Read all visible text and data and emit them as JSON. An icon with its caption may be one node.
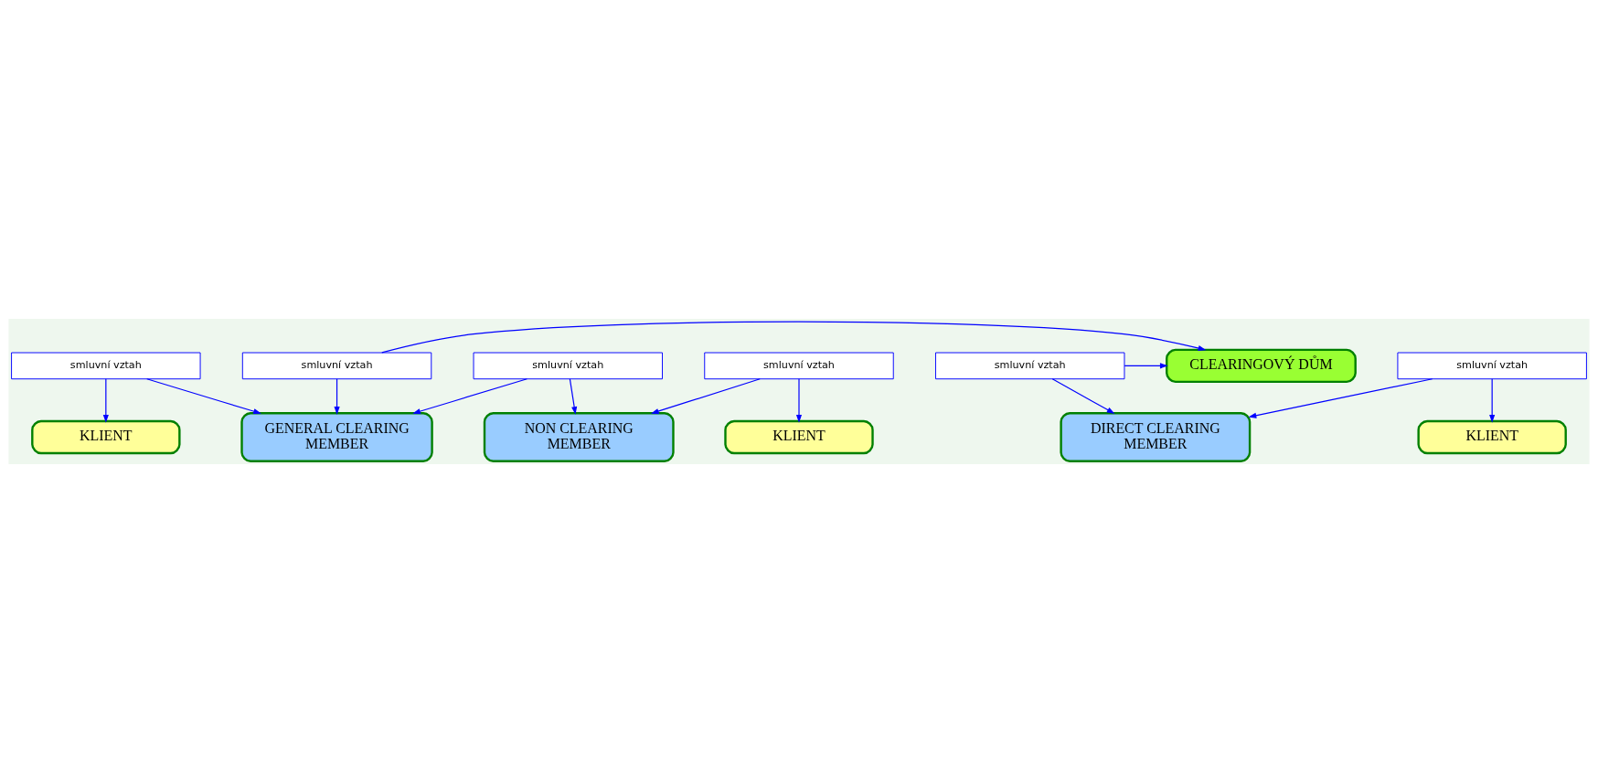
{
  "diagram": {
    "nodes": [
      {
        "text": [
          "smluvní vztah"
        ]
      },
      {
        "text": [
          "CLEARINGOVÝ DŮM"
        ]
      },
      {
        "text": [
          "smluvní vztah"
        ]
      },
      {
        "text": [
          "GENERAL CLEARING MEMBER"
        ]
      },
      {
        "text": [
          "DIRECT CLEARING MEMBER"
        ]
      },
      {
        "text": [
          "smluvní vztah"
        ]
      },
      {
        "text": [
          "smluvní vztah"
        ]
      },
      {
        "text": [
          "smluvní vztah"
        ]
      },
      {
        "text": [
          "NON CLEARING MEMBER"
        ]
      },
      {
        "text": [
          "smluvní vztah"
        ]
      },
      {
        "text": [
          "KLIENT"
        ]
      },
      {
        "text": [
          "KLIENT"
        ]
      },
      {
        "text": [
          "KLIENT"
        ]
      }
    ],
    "edges": [
      {
        "from": 0,
        "to": 1,
        "arrow": "to"
      },
      {
        "from": 0,
        "to": 3,
        "arrow": "to"
      },
      {
        "from": 2,
        "to": 1,
        "arrow": "to"
      },
      {
        "from": 2,
        "to": 4,
        "arrow": "to"
      },
      {
        "from": 6,
        "to": 3,
        "arrow": "to"
      },
      {
        "from": 6,
        "to": 11,
        "arrow": "to"
      },
      {
        "from": 5,
        "to": 3,
        "arrow": "to"
      },
      {
        "from": 5,
        "to": 8,
        "arrow": "to"
      },
      {
        "from": 7,
        "to": 4,
        "arrow": "to"
      },
      {
        "from": 7,
        "to": 12,
        "arrow": "to"
      },
      {
        "from": 9,
        "to": 8,
        "arrow": "to"
      },
      {
        "from": 9,
        "to": 10,
        "arrow": "to"
      }
    ]
  }
}
